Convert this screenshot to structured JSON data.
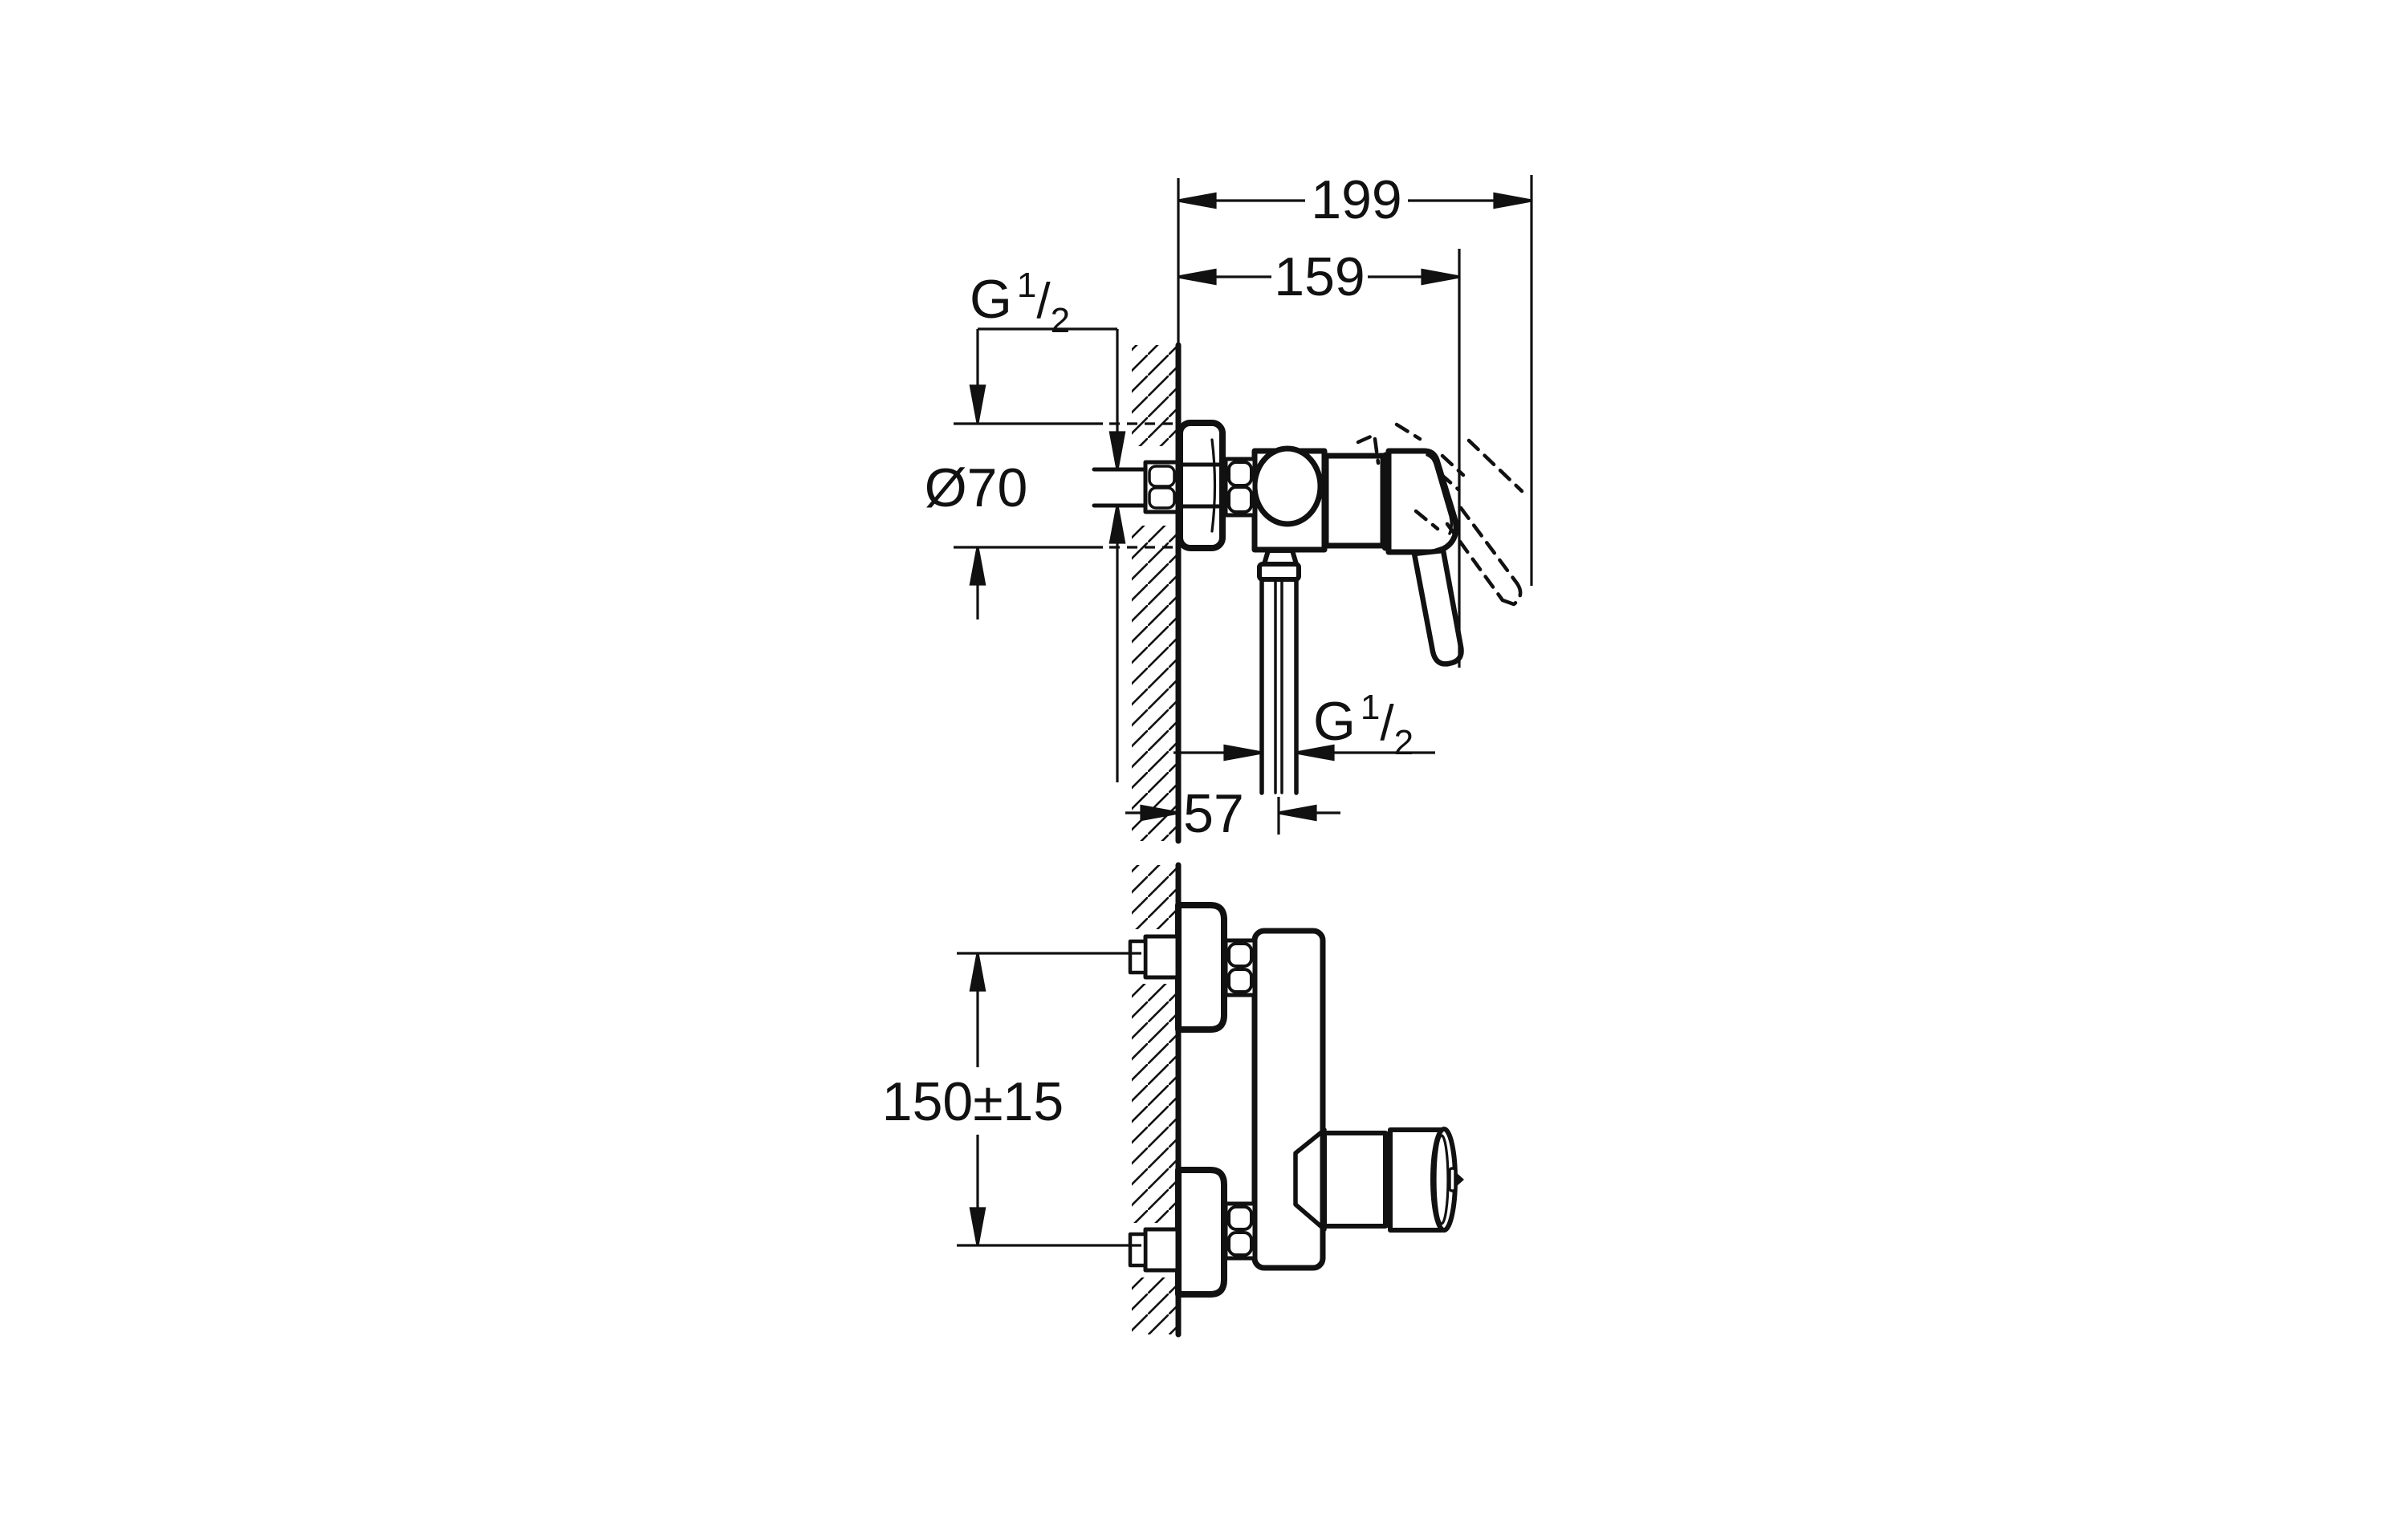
{
  "drawing": {
    "kind": "installation dimension drawing",
    "subject": "wall-mounted single-lever shower mixer",
    "background": "#ffffff",
    "ink": "#111111",
    "views": {
      "side": "profile view with wall section, S-union, ball joint, lever (solid = rest position, dashed = raised position) and bottom outlet",
      "front": "front view with two wall unions and cartridge cap"
    },
    "dimensions": {
      "overall_projection": {
        "value": "199",
        "meaning": "wall to raised lever tip, mm"
      },
      "body_projection": {
        "value": "159",
        "meaning": "wall to lowered lever tip, mm"
      },
      "escutcheon_diameter": {
        "value": "Ø70",
        "meaning": "escutcheon outer diameter, mm"
      },
      "outlet_wall_offset": {
        "value": "57",
        "meaning": "wall to outlet axis, mm"
      },
      "inlet_center_distance": {
        "value": "150±15",
        "meaning": "distance between inlet union centers, mm"
      },
      "thread_top": {
        "base": "G",
        "numerator": "1",
        "slash": "/",
        "denominator": "2"
      },
      "thread_outlet": {
        "base": "G",
        "numerator": "1",
        "slash": "/",
        "denominator": "2"
      }
    }
  }
}
